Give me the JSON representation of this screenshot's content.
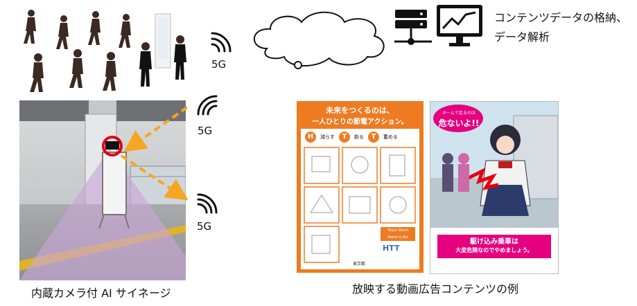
{
  "top": {
    "server_caption_line1": "コンテンツデータの格納、",
    "server_caption_line2": "データ解析",
    "signal_label": "5G"
  },
  "camera_panel": {
    "signal_top_label": "5G",
    "signal_bottom_label": "5G",
    "caption": "内蔵カメラ付 AI サイネージ"
  },
  "posters": {
    "caption": "放映する動画広告コンテンツの例",
    "orange": {
      "title_line1": "未来をつくるのは、",
      "title_line2": "一人ひとりの節電アクション。",
      "h_letter": "H",
      "h_text": "減らす",
      "t1_letter": "T",
      "t1_text": "創る",
      "t2_letter": "T",
      "t2_text": "蓄める",
      "badge_line1": "Tokyo Warm",
      "badge_line2": "Home & Biz",
      "htt_text": "HTT",
      "footer_text": "東京都"
    },
    "manga": {
      "header_small": "ホームで走るのは",
      "header_big": "危ないよ!!",
      "slogan_line1": "駆け込み乗車は",
      "slogan_line2": "大変危険なのでやめましょう。"
    }
  },
  "colors": {
    "orange": "#EE7B22",
    "pink_accent": "#E4007F",
    "dash_arrow": "#F5A623",
    "target_red": "#E60012",
    "cone_purple": "#C9A6D6"
  }
}
